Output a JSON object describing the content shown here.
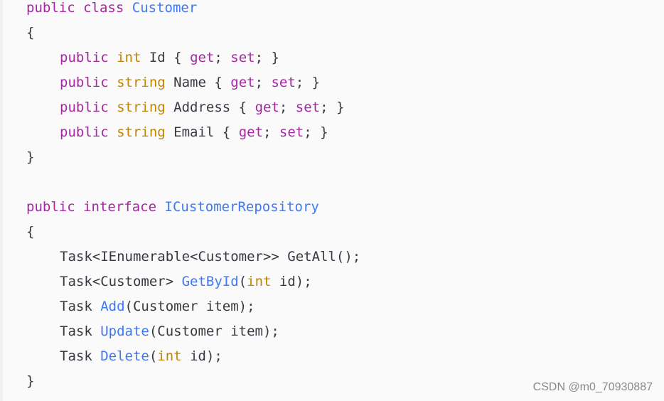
{
  "code": {
    "lines": [
      {
        "indent": false,
        "tokens": [
          {
            "t": "kw",
            "v": "public"
          },
          {
            "t": "tx",
            "v": " "
          },
          {
            "t": "kw",
            "v": "class"
          },
          {
            "t": "tx",
            "v": " "
          },
          {
            "t": "fn",
            "v": "Customer"
          }
        ]
      },
      {
        "indent": false,
        "tokens": [
          {
            "t": "tx",
            "v": "{"
          }
        ]
      },
      {
        "indent": true,
        "tokens": [
          {
            "t": "kw",
            "v": "public"
          },
          {
            "t": "tx",
            "v": " "
          },
          {
            "t": "ty",
            "v": "int"
          },
          {
            "t": "tx",
            "v": " Id { "
          },
          {
            "t": "kw",
            "v": "get"
          },
          {
            "t": "tx",
            "v": "; "
          },
          {
            "t": "kw",
            "v": "set"
          },
          {
            "t": "tx",
            "v": "; }"
          }
        ]
      },
      {
        "indent": true,
        "tokens": [
          {
            "t": "kw",
            "v": "public"
          },
          {
            "t": "tx",
            "v": " "
          },
          {
            "t": "ty",
            "v": "string"
          },
          {
            "t": "tx",
            "v": " Name { "
          },
          {
            "t": "kw",
            "v": "get"
          },
          {
            "t": "tx",
            "v": "; "
          },
          {
            "t": "kw",
            "v": "set"
          },
          {
            "t": "tx",
            "v": "; }"
          }
        ]
      },
      {
        "indent": true,
        "tokens": [
          {
            "t": "kw",
            "v": "public"
          },
          {
            "t": "tx",
            "v": " "
          },
          {
            "t": "ty",
            "v": "string"
          },
          {
            "t": "tx",
            "v": " Address { "
          },
          {
            "t": "kw",
            "v": "get"
          },
          {
            "t": "tx",
            "v": "; "
          },
          {
            "t": "kw",
            "v": "set"
          },
          {
            "t": "tx",
            "v": "; }"
          }
        ]
      },
      {
        "indent": true,
        "tokens": [
          {
            "t": "kw",
            "v": "public"
          },
          {
            "t": "tx",
            "v": " "
          },
          {
            "t": "ty",
            "v": "string"
          },
          {
            "t": "tx",
            "v": " Email { "
          },
          {
            "t": "kw",
            "v": "get"
          },
          {
            "t": "tx",
            "v": "; "
          },
          {
            "t": "kw",
            "v": "set"
          },
          {
            "t": "tx",
            "v": "; }"
          }
        ]
      },
      {
        "indent": false,
        "tokens": [
          {
            "t": "tx",
            "v": "}"
          }
        ]
      },
      {
        "indent": false,
        "tokens": []
      },
      {
        "indent": false,
        "tokens": [
          {
            "t": "kw",
            "v": "public"
          },
          {
            "t": "tx",
            "v": " "
          },
          {
            "t": "kw",
            "v": "interface"
          },
          {
            "t": "tx",
            "v": " "
          },
          {
            "t": "fn",
            "v": "ICustomerRepository"
          }
        ]
      },
      {
        "indent": false,
        "tokens": [
          {
            "t": "tx",
            "v": "{"
          }
        ]
      },
      {
        "indent": true,
        "tokens": [
          {
            "t": "tx",
            "v": "Task<IEnumerable<Customer>> GetAll();"
          }
        ]
      },
      {
        "indent": true,
        "tokens": [
          {
            "t": "tx",
            "v": "Task<Customer> "
          },
          {
            "t": "fn",
            "v": "GetById"
          },
          {
            "t": "tx",
            "v": "("
          },
          {
            "t": "ty",
            "v": "int"
          },
          {
            "t": "tx",
            "v": " id);"
          }
        ]
      },
      {
        "indent": true,
        "tokens": [
          {
            "t": "tx",
            "v": "Task "
          },
          {
            "t": "fn",
            "v": "Add"
          },
          {
            "t": "tx",
            "v": "(Customer item);"
          }
        ]
      },
      {
        "indent": true,
        "tokens": [
          {
            "t": "tx",
            "v": "Task "
          },
          {
            "t": "fn",
            "v": "Update"
          },
          {
            "t": "tx",
            "v": "(Customer item);"
          }
        ]
      },
      {
        "indent": true,
        "tokens": [
          {
            "t": "tx",
            "v": "Task "
          },
          {
            "t": "fn",
            "v": "Delete"
          },
          {
            "t": "tx",
            "v": "("
          },
          {
            "t": "ty",
            "v": "int"
          },
          {
            "t": "tx",
            "v": " id);"
          }
        ]
      },
      {
        "indent": false,
        "tokens": [
          {
            "t": "tx",
            "v": "}"
          }
        ]
      }
    ]
  },
  "colors": {
    "keyword": "#a626a4",
    "type": "#c18401",
    "identifier": "#4078f2",
    "text": "#383a42",
    "background": "#fafafa"
  },
  "watermark": {
    "text": "CSDN @m0_70930887"
  }
}
